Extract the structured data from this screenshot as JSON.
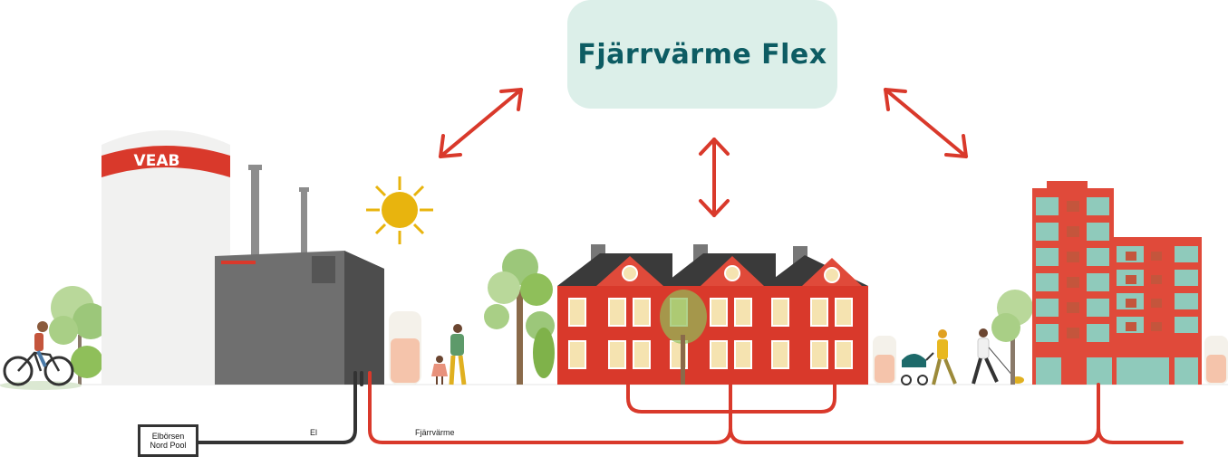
{
  "title": "Fjärrvärme Flex",
  "tank_brand": "VEAB",
  "market_box": {
    "line1": "Elbörsen",
    "line2": "Nord Pool"
  },
  "lines": {
    "electricity": "El",
    "district_heating": "Fjärrvärme"
  },
  "colors": {
    "red": "#d9392b",
    "dark_line": "#333333",
    "teal_text": "#0d5c63",
    "flex_box_bg": "#dcefe9",
    "house_red": "#d9392b",
    "roof": "#3a3a3a",
    "building_teal": "#8fcabb",
    "sun": "#e8b40e",
    "tree_green": "#8fbf5a"
  }
}
